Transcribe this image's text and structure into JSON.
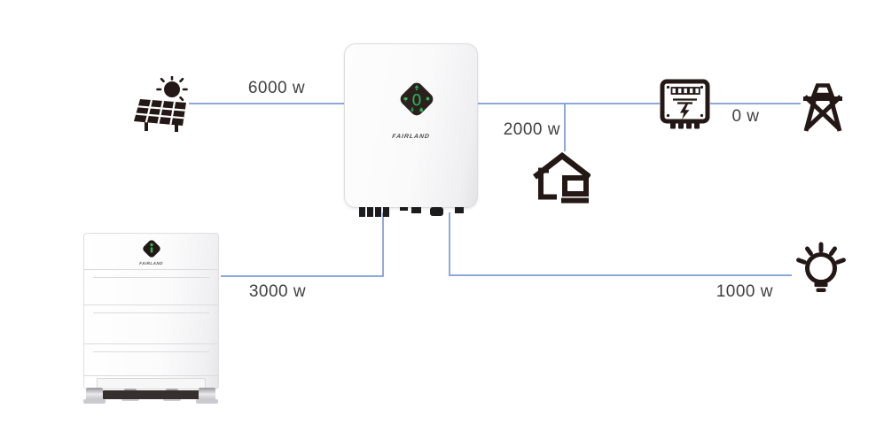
{
  "colors": {
    "background": "#ffffff",
    "connection_line": "#7d9bd3",
    "icon": "#231815",
    "label_text": "#404040",
    "display_green": "#2fb457",
    "display_background": "#2a211e"
  },
  "flows": {
    "pv": {
      "label": "6000 w"
    },
    "load": {
      "label": "2000 w"
    },
    "grid": {
      "label": "0 w"
    },
    "battery": {
      "label": "3000 w"
    },
    "backup_load": {
      "label": "1000 w"
    }
  },
  "inverter": {
    "brand": "FAIRLAND",
    "display_value": "0"
  },
  "battery_unit": {
    "brand": "FAIRLAND"
  }
}
